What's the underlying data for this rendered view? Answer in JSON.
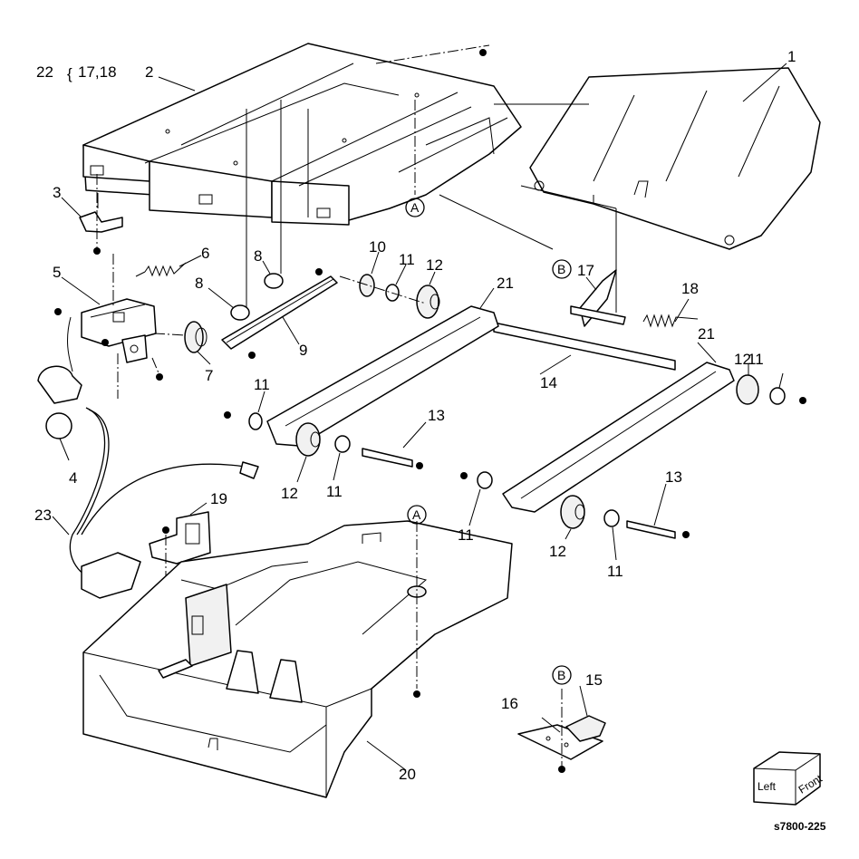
{
  "group_label": {
    "main": "22",
    "members": "17,18"
  },
  "callouts": [
    {
      "id": "c1",
      "text": "1"
    },
    {
      "id": "c2",
      "text": "2"
    },
    {
      "id": "c3",
      "text": "3"
    },
    {
      "id": "c4",
      "text": "4"
    },
    {
      "id": "c5",
      "text": "5"
    },
    {
      "id": "c6",
      "text": "6"
    },
    {
      "id": "c7",
      "text": "7"
    },
    {
      "id": "c8a",
      "text": "8"
    },
    {
      "id": "c8b",
      "text": "8"
    },
    {
      "id": "c9",
      "text": "9"
    },
    {
      "id": "c10",
      "text": "10"
    },
    {
      "id": "c11a",
      "text": "11"
    },
    {
      "id": "c11b",
      "text": "11"
    },
    {
      "id": "c11c",
      "text": "11"
    },
    {
      "id": "c11d",
      "text": "11"
    },
    {
      "id": "c11e",
      "text": "11"
    },
    {
      "id": "c11f",
      "text": "11"
    },
    {
      "id": "c12a",
      "text": "12"
    },
    {
      "id": "c12b",
      "text": "12"
    },
    {
      "id": "c12c",
      "text": "12"
    },
    {
      "id": "c12d",
      "text": "12"
    },
    {
      "id": "c13a",
      "text": "13"
    },
    {
      "id": "c13b",
      "text": "13"
    },
    {
      "id": "c14",
      "text": "14"
    },
    {
      "id": "c15",
      "text": "15"
    },
    {
      "id": "c16",
      "text": "16"
    },
    {
      "id": "c17",
      "text": "17"
    },
    {
      "id": "c18",
      "text": "18"
    },
    {
      "id": "c19",
      "text": "19"
    },
    {
      "id": "c20",
      "text": "20"
    },
    {
      "id": "c21a",
      "text": "21"
    },
    {
      "id": "c21b",
      "text": "21"
    },
    {
      "id": "c23",
      "text": "23"
    }
  ],
  "reference_markers": [
    {
      "id": "refA1",
      "letter": "A"
    },
    {
      "id": "refB1",
      "letter": "B"
    },
    {
      "id": "refA2",
      "letter": "A"
    },
    {
      "id": "refB2",
      "letter": "B"
    }
  ],
  "orientation_cube": {
    "left_face": "Left",
    "front_face": "Front"
  },
  "figure_id": "s7800-225"
}
